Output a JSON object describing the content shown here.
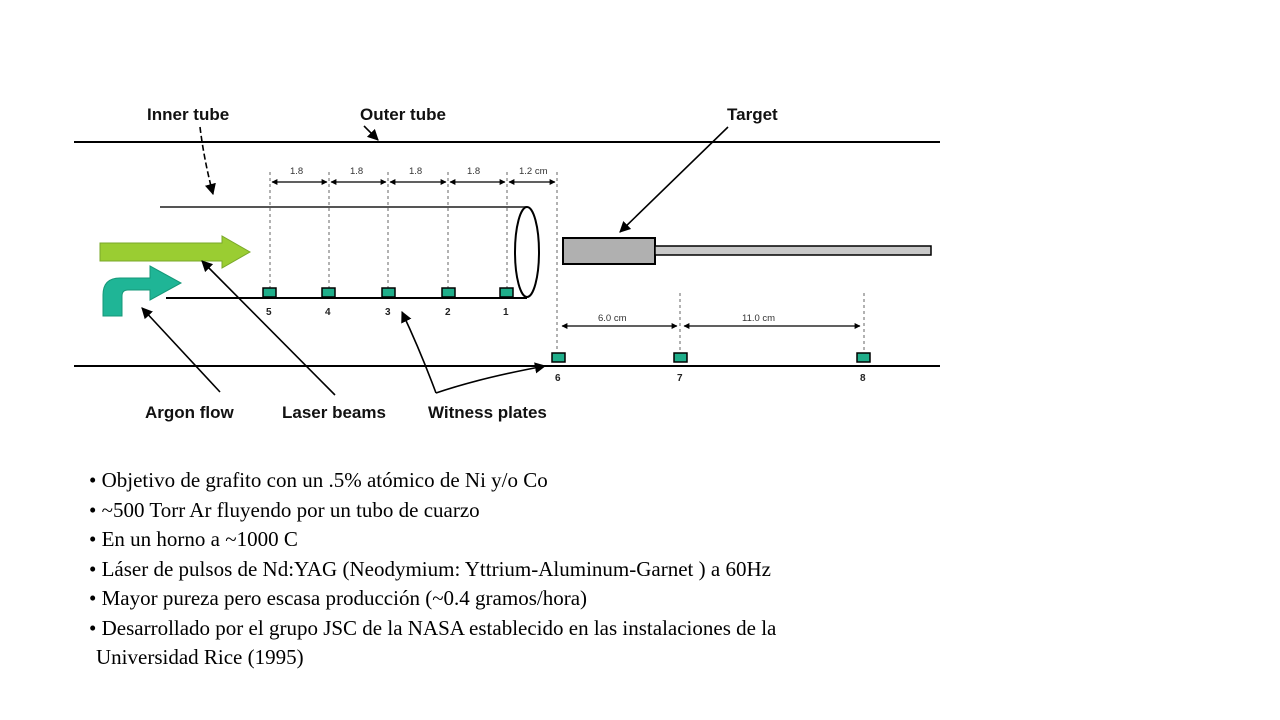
{
  "diagram": {
    "labels": {
      "inner_tube": "Inner tube",
      "outer_tube": "Outer tube",
      "target": "Target",
      "argon_flow": "Argon flow",
      "laser_beams": "Laser beams",
      "witness_plates": "Witness plates"
    },
    "dimensions_top": [
      "1.8",
      "1.8",
      "1.8",
      "1.8",
      "1.2 cm"
    ],
    "dimensions_bottom": [
      "6.0 cm",
      "11.0 cm"
    ],
    "plate_numbers_inner": [
      "5",
      "4",
      "3",
      "2",
      "1"
    ],
    "plate_numbers_outer": [
      "6",
      "7",
      "8"
    ],
    "colors": {
      "plate": "#1fae8a",
      "green_arrow": "#9acd32",
      "teal_arrow": "#1fb596",
      "target": "#b0b0b0"
    }
  },
  "bullets": [
    "• Objetivo de grafito con un .5% atómico de Ni y/o Co",
    "• ~500 Torr Ar fluyendo por un tubo de cuarzo",
    "• En un horno a ~1000 C",
    "• Láser de pulsos de Nd:YAG (Neodymium: Yttrium-Aluminum-Garnet ) a 60Hz",
    "• Mayor pureza pero escasa producción (~0.4 gramos/hora)",
    "• Desarrollado por el grupo JSC de la NASA establecido en las instalaciones de la",
    "Universidad Rice (1995)"
  ]
}
